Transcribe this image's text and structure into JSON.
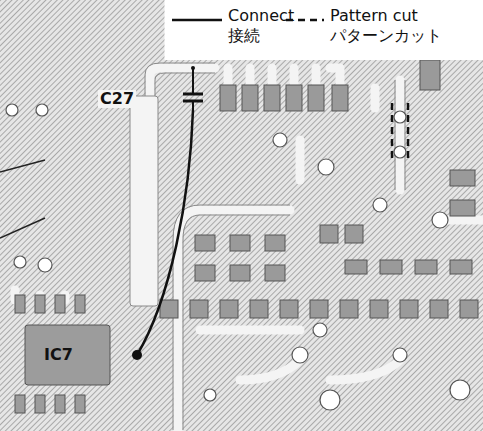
{
  "diagram": {
    "labels": [
      "C27",
      "IC7"
    ],
    "legend": [
      {
        "text": "Connect 接続"
      },
      {
        "text": "Pattern cut パターンカット"
      }
    ]
  }
}
